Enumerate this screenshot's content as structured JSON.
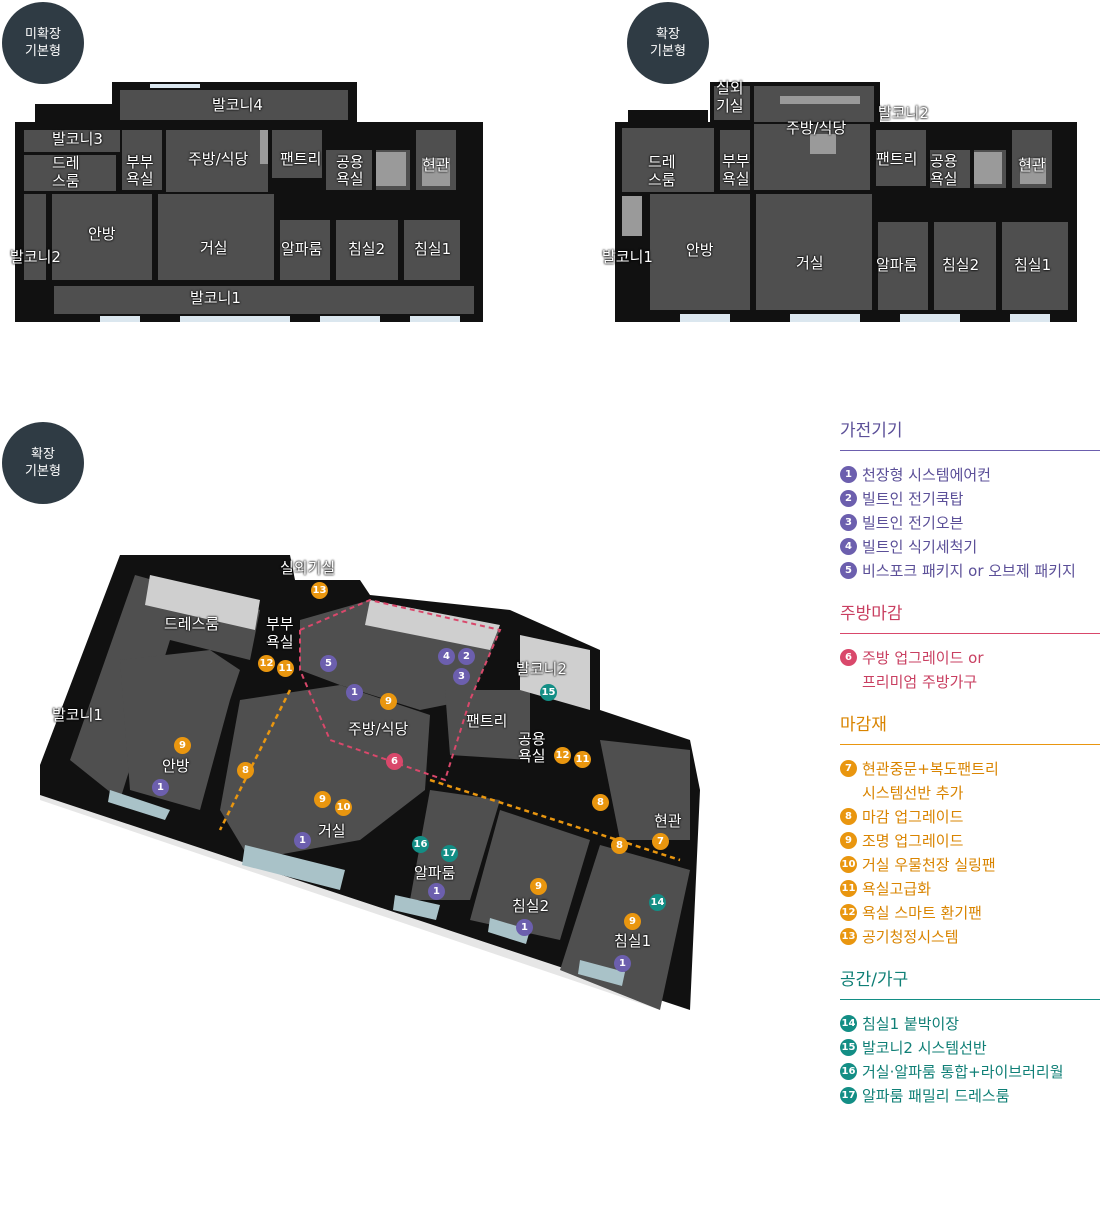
{
  "badges": {
    "plan1": [
      "미확장",
      "기본형"
    ],
    "plan2": [
      "확장",
      "기본형"
    ],
    "plan3": [
      "확장",
      "기본형"
    ]
  },
  "plan1_labels": {
    "balcony4": "발코니4",
    "balcony3": "발코니3",
    "dress_a": "드레",
    "dress_b": "스룸",
    "couple_bath_a": "부부",
    "couple_bath_b": "욕실",
    "kitchen": "주방/식당",
    "pantry": "팬트리",
    "public_bath_a": "공용",
    "public_bath_b": "욕실",
    "entrance": "현관",
    "master": "안방",
    "living": "거실",
    "alpha": "알파룸",
    "bed2": "침실2",
    "bed1": "침실1",
    "balcony2": "발코니2",
    "balcony1": "발코니1"
  },
  "plan2_labels": {
    "outdoor_a": "실외",
    "outdoor_b": "기실",
    "kitchen": "주방/식당",
    "balcony2": "발코니2",
    "dress_a": "드레",
    "dress_b": "스룸",
    "couple_bath_a": "부부",
    "couple_bath_b": "욕실",
    "pantry": "팬트리",
    "public_bath_a": "공용",
    "public_bath_b": "욕실",
    "entrance": "현관",
    "balcony1": "발코니1",
    "master": "안방",
    "living": "거실",
    "alpha": "알파룸",
    "bed2": "침실2",
    "bed1": "침실1"
  },
  "iso_labels": {
    "outdoor": "실외기실",
    "dressroom": "드레스룸",
    "couple_bath_a": "부부",
    "couple_bath_b": "욕실",
    "balcony2": "발코니2",
    "balcony1": "발코니1",
    "kitchen": "주방/식당",
    "pantry": "팬트리",
    "public_bath_a": "공용",
    "public_bath_b": "욕실",
    "master": "안방",
    "living": "거실",
    "entrance": "현관",
    "alpha": "알파룸",
    "bed2": "침실2",
    "bed1": "침실1"
  },
  "markers": [
    {
      "n": "13",
      "c": "orange"
    },
    {
      "n": "5",
      "c": "purple"
    },
    {
      "n": "4",
      "c": "purple"
    },
    {
      "n": "2",
      "c": "purple"
    },
    {
      "n": "3",
      "c": "purple"
    },
    {
      "n": "12",
      "c": "orange"
    },
    {
      "n": "11",
      "c": "orange"
    },
    {
      "n": "15",
      "c": "teal"
    },
    {
      "n": "1",
      "c": "purple"
    },
    {
      "n": "9",
      "c": "orange"
    },
    {
      "n": "9",
      "c": "orange"
    },
    {
      "n": "8",
      "c": "orange"
    },
    {
      "n": "1",
      "c": "purple"
    },
    {
      "n": "6",
      "c": "pink"
    },
    {
      "n": "12",
      "c": "orange"
    },
    {
      "n": "11",
      "c": "orange"
    },
    {
      "n": "9",
      "c": "orange"
    },
    {
      "n": "10",
      "c": "orange"
    },
    {
      "n": "8",
      "c": "orange"
    },
    {
      "n": "1",
      "c": "purple"
    },
    {
      "n": "16",
      "c": "teal"
    },
    {
      "n": "17",
      "c": "teal"
    },
    {
      "n": "8",
      "c": "orange"
    },
    {
      "n": "7",
      "c": "orange"
    },
    {
      "n": "1",
      "c": "purple"
    },
    {
      "n": "9",
      "c": "orange"
    },
    {
      "n": "14",
      "c": "teal"
    },
    {
      "n": "1",
      "c": "purple"
    },
    {
      "n": "9",
      "c": "orange"
    },
    {
      "n": "1",
      "c": "purple"
    }
  ],
  "legend": [
    {
      "title": "가전기기",
      "color": "purple",
      "items": [
        {
          "n": "1",
          "text": [
            "천장형 시스템에어컨"
          ]
        },
        {
          "n": "2",
          "text": [
            "빌트인 전기쿡탑"
          ]
        },
        {
          "n": "3",
          "text": [
            "빌트인 전기오븐"
          ]
        },
        {
          "n": "4",
          "text": [
            "빌트인 식기세척기"
          ]
        },
        {
          "n": "5",
          "text": [
            "비스포크 패키지 or 오브제 패키지"
          ]
        }
      ]
    },
    {
      "title": "주방마감",
      "color": "pink",
      "items": [
        {
          "n": "6",
          "text": [
            "주방 업그레이드 or",
            "프리미엄 주방가구"
          ]
        }
      ]
    },
    {
      "title": "마감재",
      "color": "orange",
      "items": [
        {
          "n": "7",
          "text": [
            "현관중문+복도팬트리",
            "시스템선반 추가"
          ]
        },
        {
          "n": "8",
          "text": [
            "마감 업그레이드"
          ]
        },
        {
          "n": "9",
          "text": [
            "조명 업그레이드"
          ]
        },
        {
          "n": "10",
          "text": [
            "거실 우물천장 실링팬"
          ]
        },
        {
          "n": "11",
          "text": [
            "욕실고급화"
          ]
        },
        {
          "n": "12",
          "text": [
            "욕실 스마트 환기팬"
          ]
        },
        {
          "n": "13",
          "text": [
            "공기청정시스템"
          ]
        }
      ]
    },
    {
      "title": "공간/가구",
      "color": "teal",
      "items": [
        {
          "n": "14",
          "text": [
            "침실1 붙박이장"
          ]
        },
        {
          "n": "15",
          "text": [
            "발코니2 시스템선반"
          ]
        },
        {
          "n": "16",
          "text": [
            "거실·알파룸 통합+라이브러리월"
          ]
        },
        {
          "n": "17",
          "text": [
            "알파룸 패밀리 드레스룸"
          ]
        }
      ]
    }
  ],
  "colors": {
    "purple": "#6c5fae",
    "pink": "#d9486b",
    "orange": "#e9960f",
    "teal": "#138e85",
    "badge": "#2f3b44",
    "floor": "#4f4f4f",
    "wall": "#111111"
  }
}
